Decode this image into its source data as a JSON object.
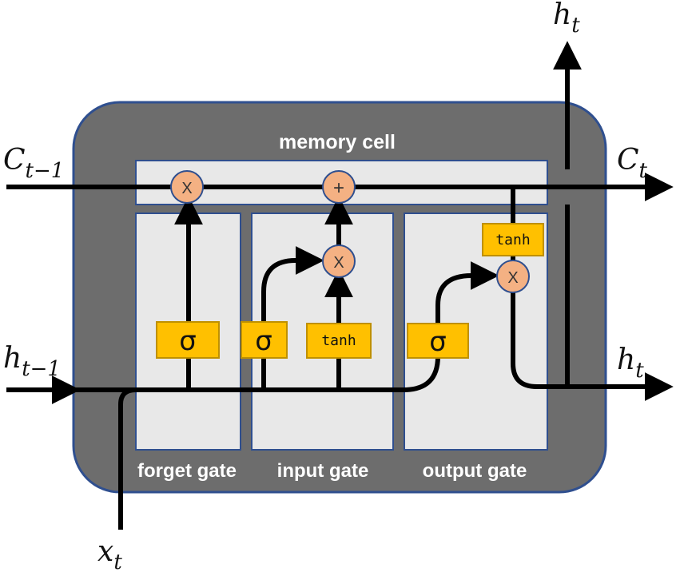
{
  "diagram": {
    "container_label": "memory cell",
    "gate_labels": {
      "forget": "forget gate",
      "input": "input gate",
      "output": "output gate"
    },
    "variables": {
      "c_prev": "C",
      "c_prev_sub": "t−1",
      "c_next": "C",
      "c_next_sub": "t",
      "h_prev": "h",
      "h_prev_sub": "t−1",
      "h_out_top": "h",
      "h_out_top_sub": "t",
      "h_out_right": "h",
      "h_out_right_sub": "t",
      "x_in": "x",
      "x_in_sub": "t"
    },
    "activations": {
      "forget_sigma": "σ",
      "input_sigma": "σ",
      "input_tanh": "tanh",
      "output_sigma": "σ",
      "cell_tanh": "tanh"
    },
    "operators": {
      "forget_multiply": "X",
      "cell_add": "+",
      "input_multiply": "X",
      "output_multiply": "X"
    }
  },
  "colors": {
    "cell_background": "#6d6d6d",
    "cell_border": "#2f4f8f",
    "panel_fill": "#e8e8e8",
    "gate_box": "#ffc000",
    "operator_node": "#f4b183",
    "flow_line": "#000000"
  }
}
